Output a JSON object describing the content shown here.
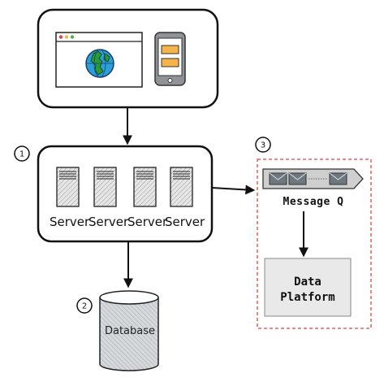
{
  "markers": {
    "one": "1",
    "two": "2",
    "three": "3"
  },
  "servers": {
    "labels": [
      "Server",
      "Server",
      "Server",
      "Server"
    ]
  },
  "message_queue": {
    "label": "Message Q"
  },
  "data_platform": {
    "line1": "Data",
    "line2": "Platform"
  },
  "database": {
    "label": "Database"
  },
  "colors": {
    "outline": "#111111",
    "hatch_fill": "#d9d9d9",
    "queue_fill": "#cfcfcf",
    "mq_border": "#e0443c",
    "globe_blue": "#2a9fd8",
    "globe_green": "#2b9a3a",
    "panel_orange": "#f6b54a"
  }
}
